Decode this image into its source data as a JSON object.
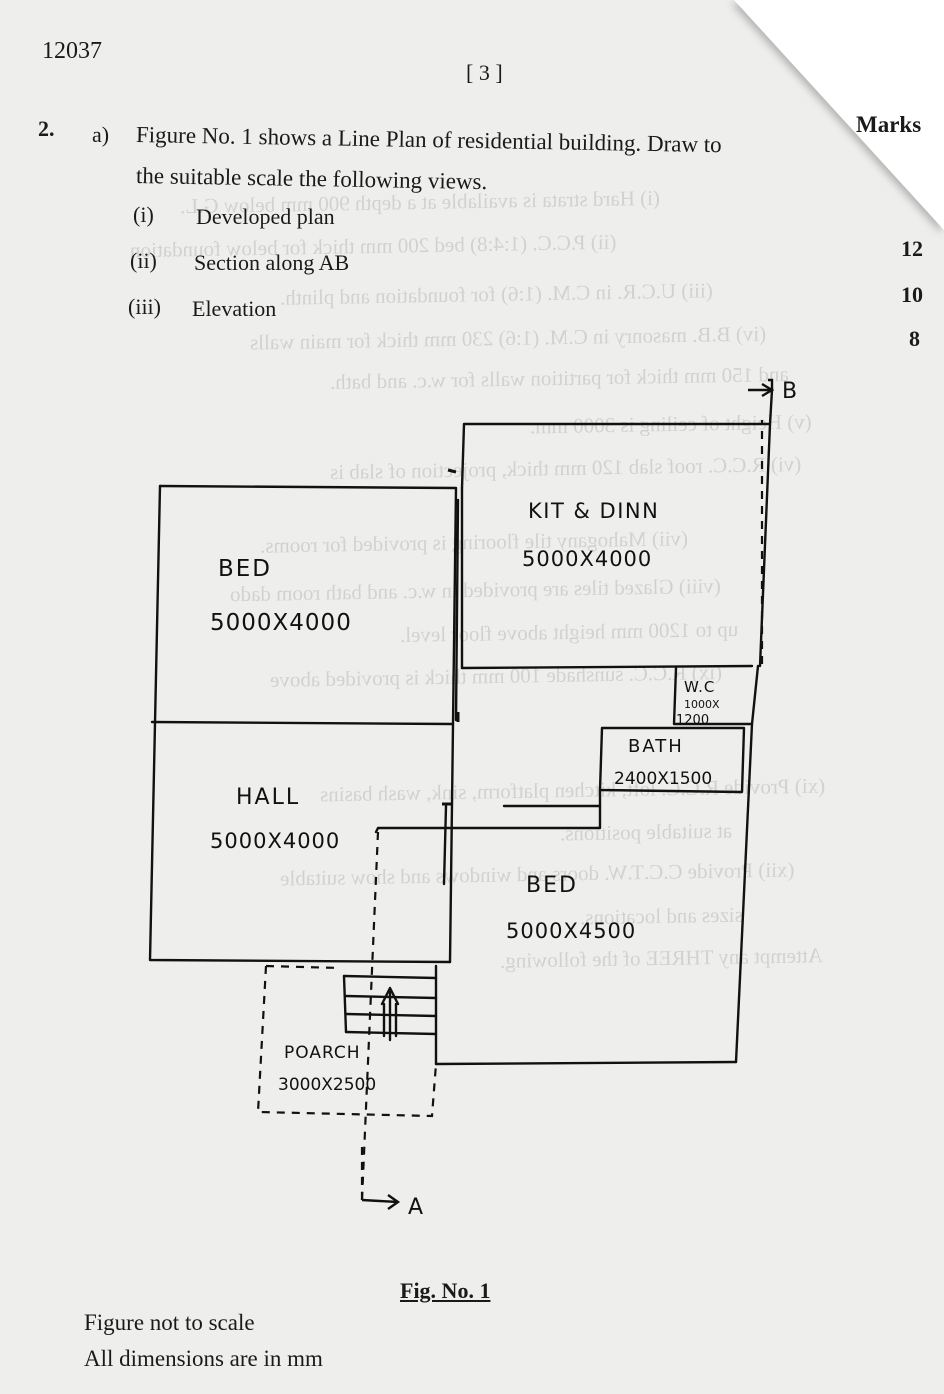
{
  "header": {
    "paper_code": "12037",
    "page_number": "[ 3 ]",
    "marks_heading": "Marks"
  },
  "question": {
    "number": "2.",
    "part": "a)",
    "line1": "Figure No. 1 shows a Line Plan of residential building. Draw to",
    "line2": "the suitable scale the following views.",
    "subparts": [
      {
        "num": "(i)",
        "text": "Developed plan",
        "marks": "12"
      },
      {
        "num": "(ii)",
        "text": "Section along AB",
        "marks": "10"
      },
      {
        "num": "(iii)",
        "text": "Elevation",
        "marks": "8"
      }
    ]
  },
  "plan": {
    "rooms": [
      {
        "name": "BED",
        "size": "5000X4000"
      },
      {
        "name": "KIT & DINN",
        "size": "5000X4000"
      },
      {
        "name": "HALL",
        "size": "5000X4000"
      },
      {
        "name": "BED",
        "size": "5000X4500"
      },
      {
        "name": "W.C",
        "size_line1": "1000X",
        "size_line2": "1200"
      },
      {
        "name": "BATH",
        "size": "2400X1500"
      },
      {
        "name": "POARCH",
        "size": "3000X2500"
      }
    ],
    "section_label_top": "B",
    "section_label_bottom": "A"
  },
  "figure": {
    "caption": "Fig. No. 1",
    "note1": "Figure not to scale",
    "note2": "All dimensions are in mm"
  },
  "bleed_through": {
    "lines": [
      "(i)   Hard strata is available at a depth 900 mm below G.L.",
      "(ii)   P.C.C. (1:4:8) bed 200 mm thick for below foundation",
      "(iii)  U.C.R. in C.M. (1:6) for foundation and plinth.",
      "(iv)  B.B. masonry in C.M. (1:6) 230 mm thick for main walls",
      "and 150 mm thick for partition walls for w.c. and bath.",
      "(v)   Height of ceiling is 3000 mm.",
      "(vi)  R.C.C. roof slab 120 mm thick, projection of slab is",
      "(vii)  Mahogany tile flooring is provided for rooms.",
      "(viii) Glazed tiles are provided in w.c. and bath room dado",
      "up to 1200 mm height above floor level.",
      "(ix)  R.C.C. sunshade 100 mm thick is provided above",
      "(xi)  Provide R.C.C. loft, kitchen platform, sink, wash basins",
      "at suitable positions.",
      "(xii) Provide C.C.T.W. doors and windows and show suitable",
      "sizes and locations.",
      "Attempt any THREE of the following."
    ]
  }
}
